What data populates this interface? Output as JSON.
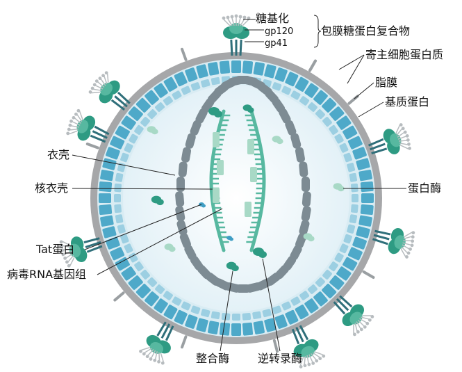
{
  "labels": {
    "glycosylation": "糖基化",
    "gp120": "gp120",
    "gp41": "gp41",
    "envelope_complex": "包膜糖蛋白复合物",
    "host_protein": "寄主细胞蛋白质",
    "lipid_membrane": "脂膜",
    "matrix_protein": "基质蛋白",
    "capsid": "衣壳",
    "nucleocapsid": "核衣壳",
    "tat_protein": "Tat蛋白",
    "rna_genome": "病毒RNA基因组",
    "protease": "蛋白酶",
    "integrase": "整合酶",
    "reverse_transcriptase": "逆转录酶"
  },
  "colors": {
    "membrane": "#a6a7a9",
    "matrix": "#4ea9c9",
    "matrix_light": "#cfe8f1",
    "inner": "#eef7fb",
    "capsid": "#7d8b93",
    "teal_dark": "#2e9b83",
    "teal_mid": "#57b8a0",
    "teal_light": "#a8d9c6",
    "glycan": "#b7bcbf",
    "host": "#9a9fa2"
  }
}
